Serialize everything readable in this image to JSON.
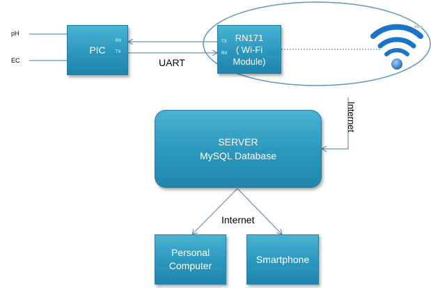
{
  "diagram": {
    "inputs": {
      "ph": "pH",
      "ec": "EC"
    },
    "pic": {
      "label": "PIC",
      "rx": "RX",
      "tx": "TX"
    },
    "uart_label": "UART",
    "wifi_module": {
      "line1": "RN171",
      "line2": "( Wi-Fi",
      "line3": "Module)",
      "tx": "TX",
      "rx": "RX"
    },
    "internet_top": "Internet",
    "server": {
      "line1": "SERVER",
      "line2": "MySQL Database"
    },
    "internet_bottom": "Internet",
    "personal_computer": {
      "line1": "Personal",
      "line2": "Computer"
    },
    "smartphone": {
      "label": "Smartphone"
    },
    "wifi_icon": "wifi-icon",
    "colors": {
      "box": "#2b97bd",
      "line": "#6b8fb3",
      "ellipse": "#5d97c2",
      "wifi_blue": "#1b74c8"
    }
  }
}
